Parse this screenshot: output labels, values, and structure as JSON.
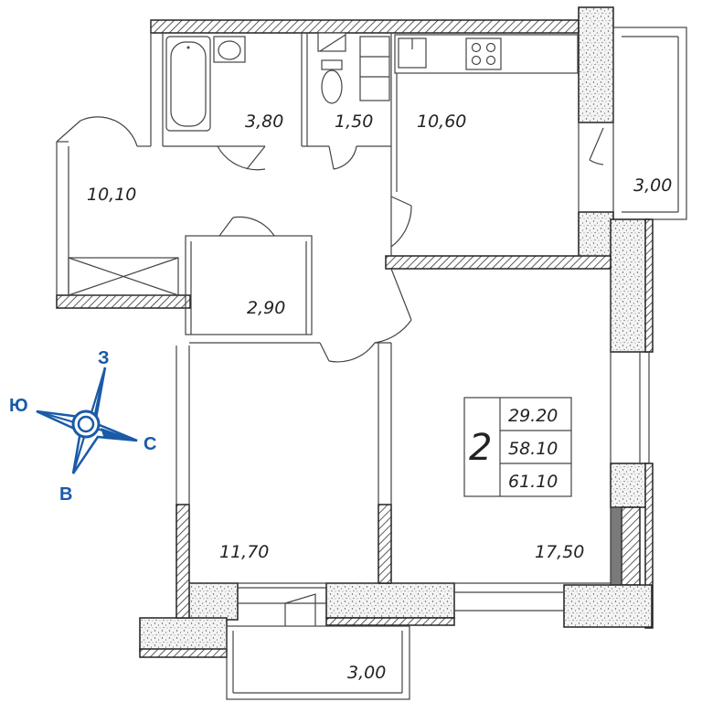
{
  "rooms": {
    "bathroom": "3,80",
    "toilet": "1,50",
    "kitchen": "10,60",
    "hall": "10,10",
    "closet": "2,90",
    "bedroom": "11,70",
    "living": "17,50",
    "balcony_right": "3,00",
    "balcony_bottom": "3,00"
  },
  "summary": {
    "rooms_count": "2",
    "living_area": "29.20",
    "total_area": "58.10",
    "total_with_balcony": "61.10"
  },
  "compass": {
    "north": "С",
    "south": "Ю",
    "west": "З",
    "east": "В",
    "color": "#1a5aa8"
  },
  "colors": {
    "wall": "#7a7a7a",
    "line": "#222222"
  }
}
